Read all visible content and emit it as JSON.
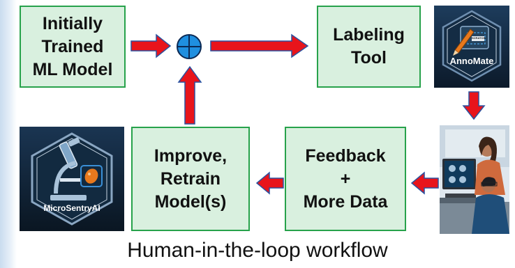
{
  "boxes": {
    "initial_model": "Initially\nTrained\nML Model",
    "labeling_tool": "Labeling\nTool",
    "feedback": "Feedback\n+\nMore Data",
    "improve": "Improve,\nRetrain\nModel(s)"
  },
  "logos": {
    "annomate": "AnnoMate",
    "annomate_badge": "SCRATCH",
    "microsentry": "MicroSentryAI"
  },
  "caption": "Human-in-the-loop workflow",
  "colors": {
    "box_fill": "#d9f0df",
    "box_border": "#27a24b",
    "arrow_fill": "#e8141b",
    "arrow_stroke": "#2a52a0",
    "sum_node": "#1f8fe0",
    "logo_bg": "#0f2233"
  },
  "icons": [
    "summing-junction-icon",
    "annomate-logo-icon",
    "people-at-computer-illustration",
    "microscope-logo-icon"
  ]
}
